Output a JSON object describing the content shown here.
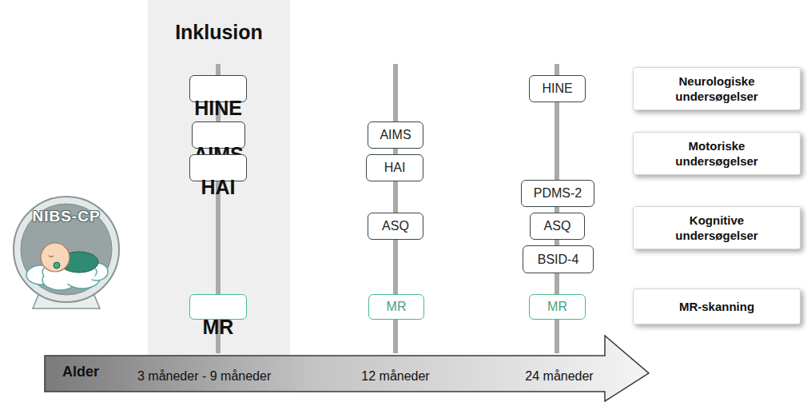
{
  "diagram": {
    "nodes": [
      {
        "text": [
          "Inklusion"
        ]
      },
      {
        "text": [
          "HINE"
        ],
        "in": 0
      },
      {
        "text": [
          "AIMS"
        ],
        "in": 0
      },
      {
        "text": [
          "HAI"
        ],
        "in": 0
      },
      {
        "text": [
          "MR"
        ],
        "in": 0
      },
      {
        "text": [
          "AIMS"
        ]
      },
      {
        "text": [
          "HAI"
        ]
      },
      {
        "text": [
          "ASQ"
        ]
      },
      {
        "text": [
          "MR"
        ]
      },
      {
        "text": [
          "HINE"
        ]
      },
      {
        "text": [
          "PDMS-2"
        ]
      },
      {
        "text": [
          "ASQ"
        ]
      },
      {
        "text": [
          "BSID-4"
        ]
      },
      {
        "text": [
          "MR"
        ]
      },
      {
        "text": [
          "Neurologiske undersøgelser"
        ]
      },
      {
        "text": [
          "Motoriske undersøgelser"
        ]
      },
      {
        "text": [
          "Kognitive undersøgelser"
        ]
      },
      {
        "text": [
          "MR-skanning"
        ]
      },
      {
        "text": [
          "NIBS-CP"
        ]
      },
      {
        "text": [
          "Alder",
          "3 måneder - 9 måneder",
          "12 måneder",
          "24 måneder"
        ]
      }
    ]
  }
}
